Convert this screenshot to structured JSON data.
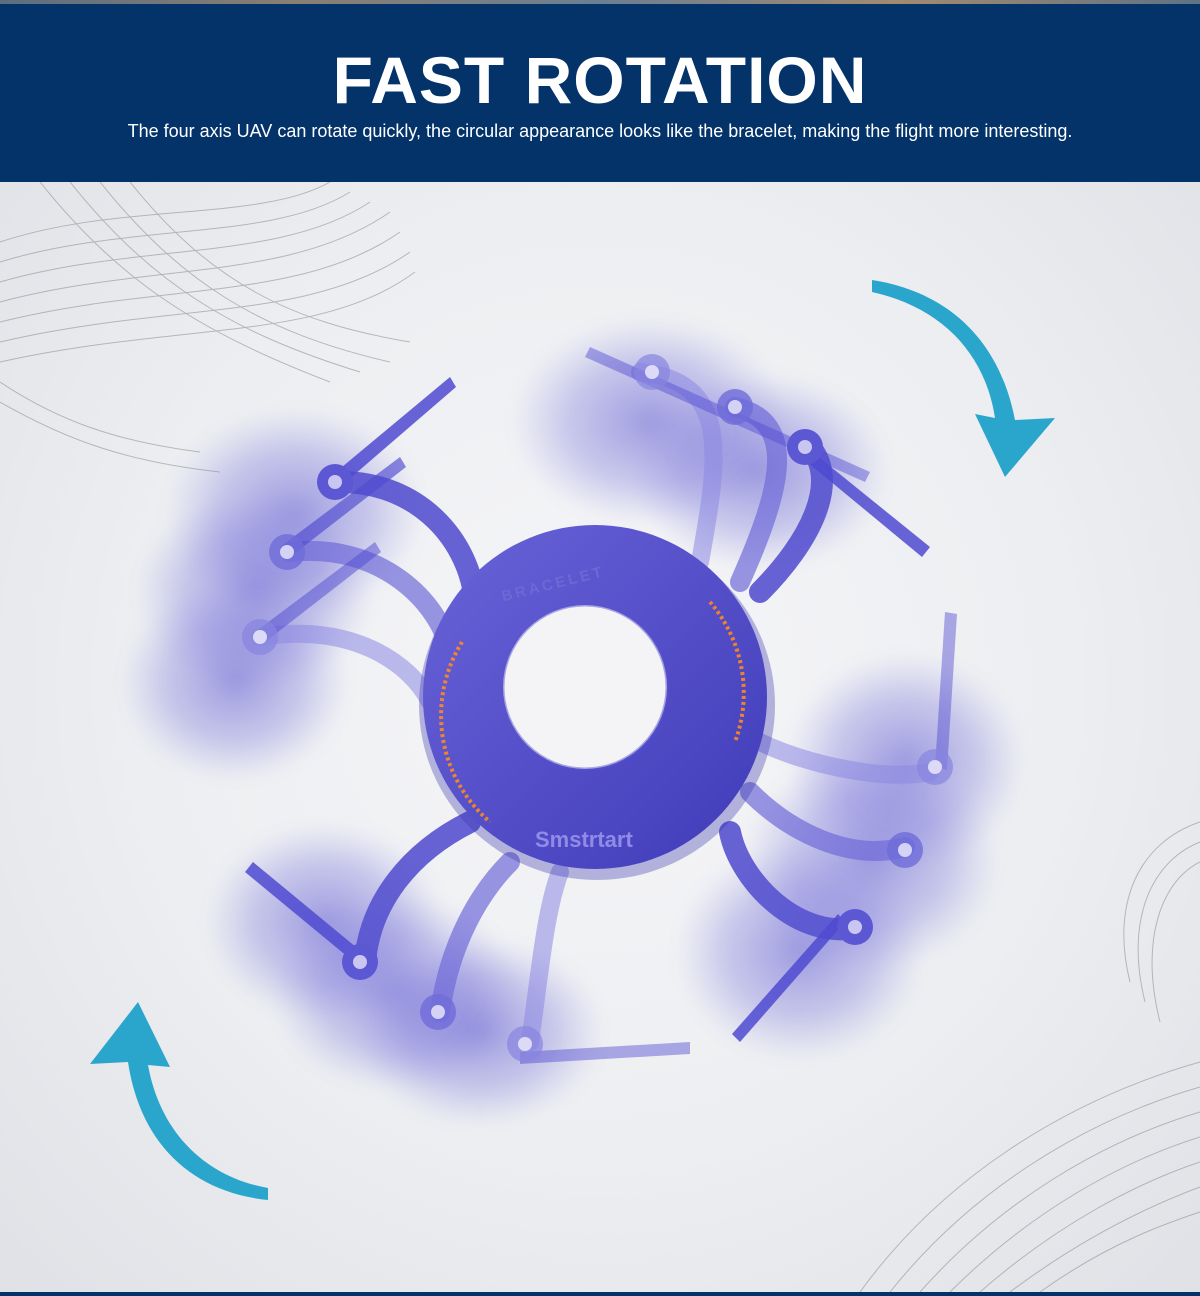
{
  "header": {
    "title": "FAST ROTATION",
    "subtitle": "The four axis UAV can rotate quickly, the circular appearance looks like the bracelet, making the flight more interesting."
  },
  "product": {
    "ring_label": "BRACELET",
    "logo_text": "Smstrtart"
  },
  "colors": {
    "header_bg": "#04336a",
    "drone_purple": "#4a45c8",
    "arrow_blue": "#2aa6cc",
    "led_orange": "#ff8a1e"
  },
  "icons": {
    "rotation_arrow": "curved-arrow-icon",
    "motor": "propeller-motor-icon"
  }
}
